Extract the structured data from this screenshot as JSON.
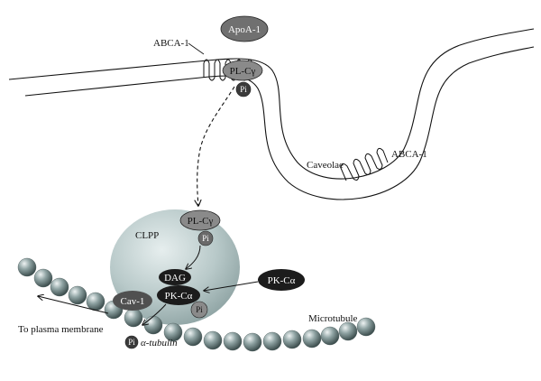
{
  "labels": {
    "abca1_top": "ABCA-1",
    "apoa1": "ApoA-1",
    "plcg_top": "PL-Cγ",
    "pi_top": "Pi",
    "caveolae": "Caveolae",
    "abca1_caveolae": "ABCA-1",
    "clpp": "CLPP",
    "plcg_clpp": "PL-Cγ",
    "pi_clpp": "Pi",
    "dag": "DAG",
    "pkca_free": "PK-Cα",
    "cav1": "Cav-1",
    "pkca_bound": "PK-Cα",
    "pi_pkca": "Pi",
    "pi_tubulin": "Pi",
    "alpha_tubulin": "α-tubulin",
    "to_plasma_membrane": "To plasma membrane",
    "microtubule": "Microtubule"
  },
  "colors": {
    "apoa1_fill": "#707070",
    "plcg_fill": "#8a8a8a",
    "pi_fill": "#3a3a3a",
    "dark_pill_fill": "#1c1c1c",
    "cav1_fill": "#505050",
    "clpp_fill": "#b3c4c4",
    "bead_fill": "#8fa1a1",
    "line": "#111111"
  }
}
